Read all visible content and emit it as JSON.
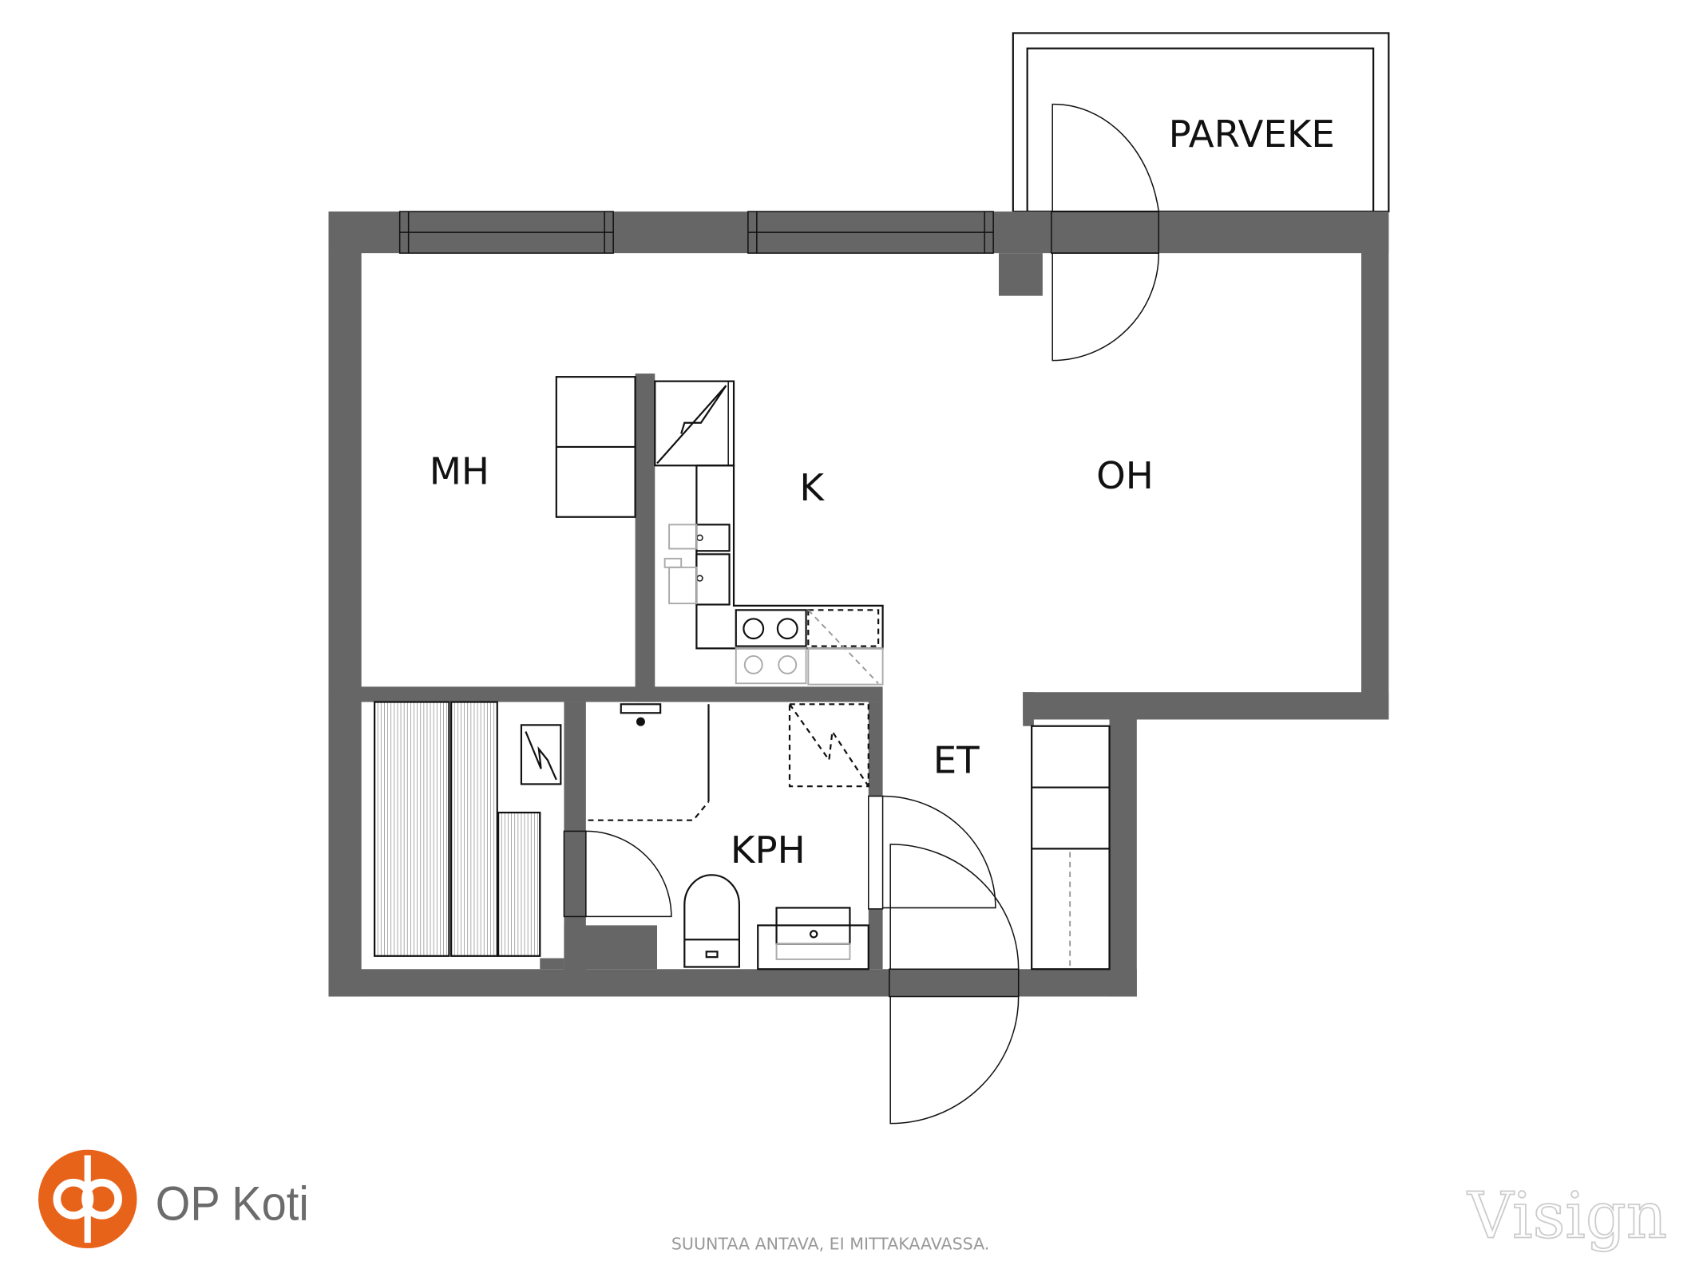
{
  "rooms": {
    "parveke": "PARVEKE",
    "mh": "MH",
    "k": "K",
    "oh": "OH",
    "et": "ET",
    "kph": "KPH"
  },
  "footer": {
    "brand": "OP Koti",
    "disclaimer": "SUUNTAA ANTAVA, EI MITTAKAAVASSA.",
    "watermark": "Visign"
  },
  "colors": {
    "wall": "#666666",
    "brand_orange": "#E8631A"
  }
}
